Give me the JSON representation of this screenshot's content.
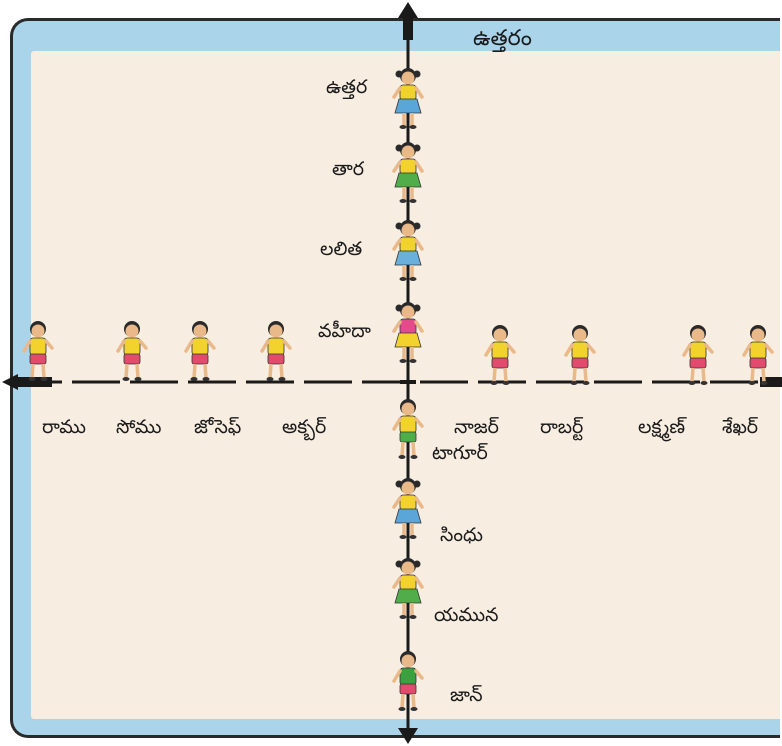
{
  "heading": "ఉత్తరం",
  "north_column": [
    {
      "name": "ఉత్తర",
      "skirt": "#5aa6d8",
      "top": "#f2d32e"
    },
    {
      "name": "తార",
      "skirt": "#4fae4a",
      "top": "#f2d32e"
    },
    {
      "name": "లలిత",
      "skirt": "#6ab0dc",
      "top": "#f2d32e"
    },
    {
      "name": "వహీదా",
      "skirt": "#f2d32e",
      "top": "#e54a8a"
    }
  ],
  "west_row": [
    "రాము",
    "సోము",
    "జోసెఫ్",
    "అక్బర్"
  ],
  "east_row": [
    "నాజర్",
    "రాబర్ట్",
    "లక్ష్మణ్",
    "శేఖర్"
  ],
  "center_child": {
    "name": "టాగూర్",
    "skirt": "#4fae4a",
    "top": "#f2d32e"
  },
  "south_column": [
    {
      "name": "సింధు",
      "skirt": "#5aa6d8",
      "top": "#f2d32e"
    },
    {
      "name": "యమున",
      "skirt": "#4fae4a",
      "top": "#f2d32e"
    },
    {
      "name": "జాన్",
      "skirt": "#e24a6e",
      "top": "#3aa040"
    }
  ],
  "colors": {
    "board_frame": "#a9d4ea",
    "board_paper": "#f7ede0",
    "axis": "#1a1a1a",
    "boy_shirt": "#f2d32e",
    "boy_shorts": "#e24a6e",
    "skin": "#e9b98a",
    "hair": "#2a2a2a"
  }
}
